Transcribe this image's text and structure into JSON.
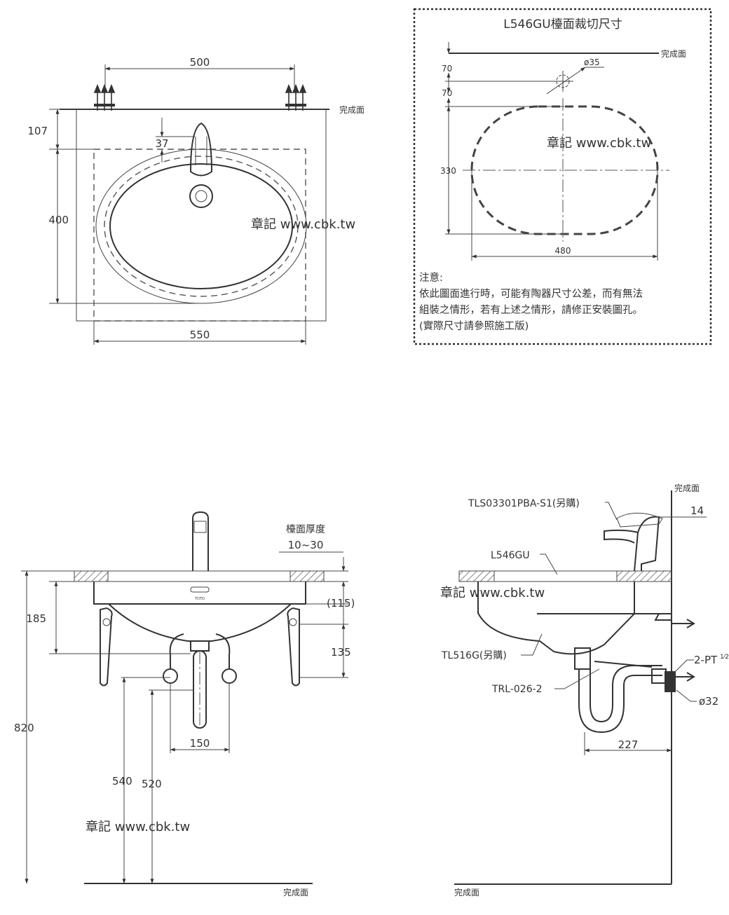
{
  "plan_view": {
    "dim_width_top": "500",
    "dim_width_bottom": "550",
    "dim_top_offset": "107",
    "dim_depth": "400",
    "dim_faucet_offset": "37",
    "finish_surface_label": "完成面",
    "watermark": "章記 www.cbk.tw"
  },
  "cutout_box": {
    "title": "L546GU檯面裁切尺寸",
    "finish_surface_label": "完成面",
    "dim_70_a": "70",
    "dim_70_b": "70",
    "hole_diameter": "ø35",
    "dim_height": "330",
    "dim_width": "480",
    "watermark": "章記 www.cbk.tw",
    "note_title": "注意:",
    "note_line1": "依此圖面進行時，可能有陶器尺寸公差，而有無法",
    "note_line2": "組裝之情形，若有上述之情形，請修正安裝圖孔。",
    "note_line3": "(實際尺寸請參照施工版)"
  },
  "front_view": {
    "counter_thickness_label": "檯面厚度",
    "counter_thickness_range": "10~30",
    "dim_115": "(115)",
    "dim_135": "135",
    "dim_185": "185",
    "dim_820": "820",
    "dim_150": "150",
    "dim_540": "540",
    "dim_520": "520",
    "brand_mark": "TOTO",
    "watermark": "章記 www.cbk.tw",
    "finish_surface_label": "完成面"
  },
  "side_view": {
    "finish_surface_top": "完成面",
    "finish_surface_bottom": "完成面",
    "faucet_label": "TLS03301PBA-S1(另購)",
    "dim_14": "14",
    "basin_label": "L546GU",
    "watermark": "章記 www.cbk.tw",
    "bracket_label": "TL516G(另購)",
    "pipe_label": "TRL-026-2",
    "thread_label": "2-PT",
    "thread_fraction": "1⁄2",
    "drain_diameter": "ø32",
    "dim_227": "227"
  }
}
